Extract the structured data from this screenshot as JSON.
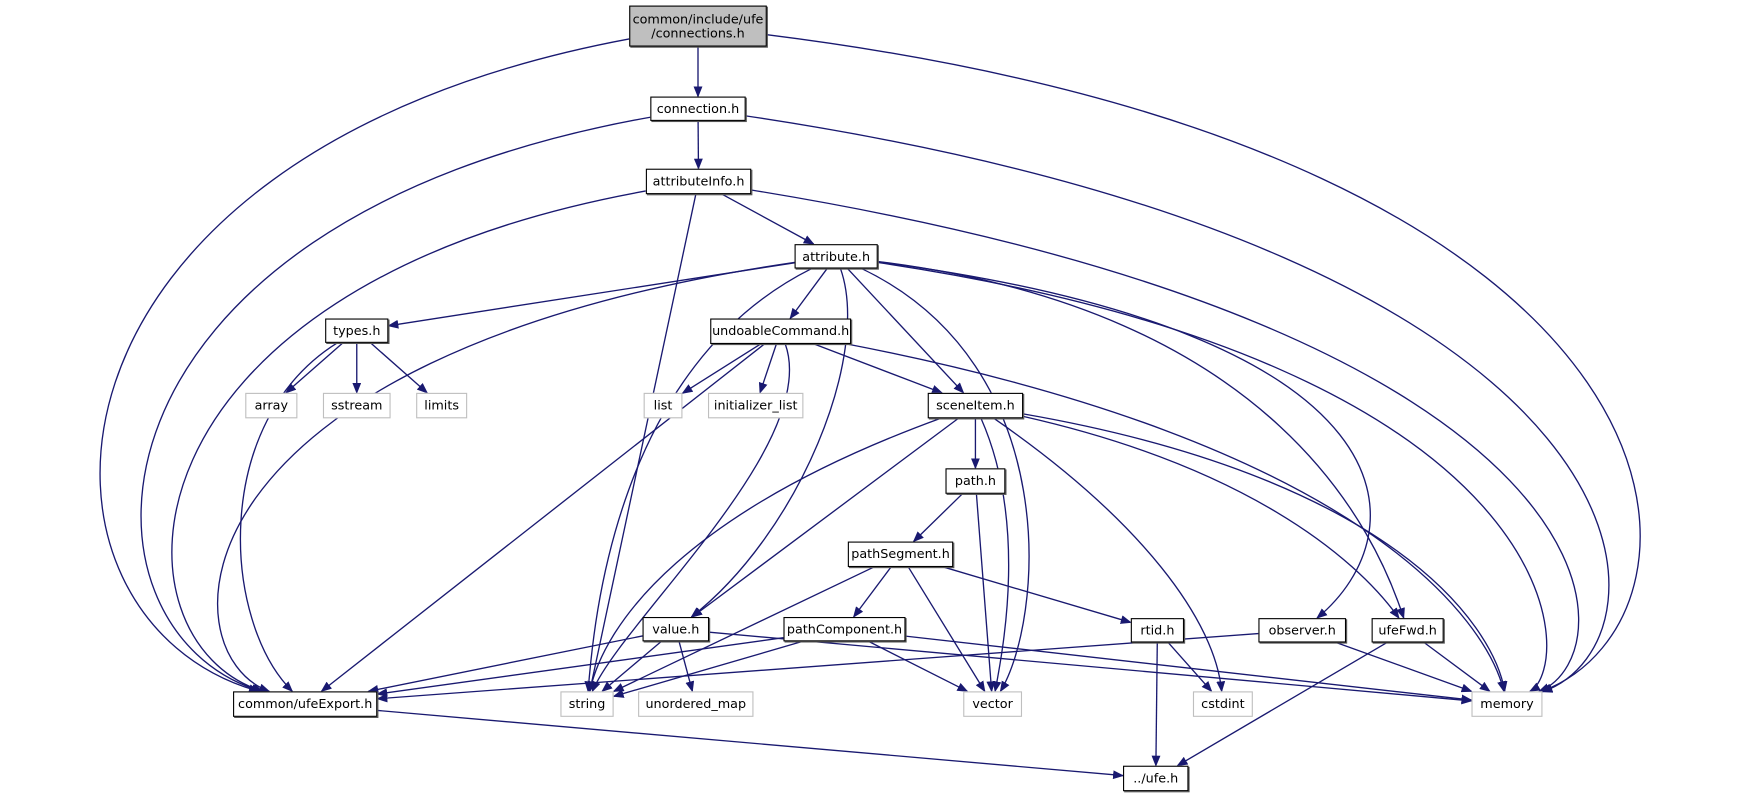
{
  "diagram": {
    "title": "Include dependency graph for common/include/ufe/connections.h",
    "colors": {
      "edge": "#191970",
      "root_fill": "#bfbfbf",
      "system_border": "#bfbfbf",
      "local_border": "#000000"
    },
    "nodes": [
      {
        "id": "connections",
        "label_line1": "common/include/ufe",
        "label_line2": "/connections.h",
        "kind": "root"
      },
      {
        "id": "connection",
        "label": "connection.h",
        "kind": "local"
      },
      {
        "id": "attributeInfo",
        "label": "attributeInfo.h",
        "kind": "local"
      },
      {
        "id": "attribute",
        "label": "attribute.h",
        "kind": "local"
      },
      {
        "id": "types",
        "label": "types.h",
        "kind": "local"
      },
      {
        "id": "undoableCommand",
        "label": "undoableCommand.h",
        "kind": "local"
      },
      {
        "id": "array",
        "label": "array",
        "kind": "system"
      },
      {
        "id": "sstream",
        "label": "sstream",
        "kind": "system"
      },
      {
        "id": "limits",
        "label": "limits",
        "kind": "system"
      },
      {
        "id": "list",
        "label": "list",
        "kind": "system"
      },
      {
        "id": "initializer_list",
        "label": "initializer_list",
        "kind": "system"
      },
      {
        "id": "sceneItem",
        "label": "sceneItem.h",
        "kind": "local"
      },
      {
        "id": "path",
        "label": "path.h",
        "kind": "local"
      },
      {
        "id": "pathSegment",
        "label": "pathSegment.h",
        "kind": "local"
      },
      {
        "id": "value",
        "label": "value.h",
        "kind": "local"
      },
      {
        "id": "pathComponent",
        "label": "pathComponent.h",
        "kind": "local"
      },
      {
        "id": "rtid",
        "label": "rtid.h",
        "kind": "local"
      },
      {
        "id": "observer",
        "label": "observer.h",
        "kind": "local"
      },
      {
        "id": "ufeFwd",
        "label": "ufeFwd.h",
        "kind": "local"
      },
      {
        "id": "ufeExport",
        "label": "common/ufeExport.h",
        "kind": "local"
      },
      {
        "id": "string",
        "label": "string",
        "kind": "system"
      },
      {
        "id": "unordered_map",
        "label": "unordered_map",
        "kind": "system"
      },
      {
        "id": "vector",
        "label": "vector",
        "kind": "system"
      },
      {
        "id": "cstdint",
        "label": "cstdint",
        "kind": "system"
      },
      {
        "id": "memory",
        "label": "memory",
        "kind": "system"
      },
      {
        "id": "ufe",
        "label": "../ufe.h",
        "kind": "local"
      }
    ],
    "edges": [
      [
        "connections",
        "connection"
      ],
      [
        "connections",
        "ufeExport"
      ],
      [
        "connections",
        "memory"
      ],
      [
        "connection",
        "attributeInfo"
      ],
      [
        "connection",
        "ufeExport"
      ],
      [
        "connection",
        "memory"
      ],
      [
        "attributeInfo",
        "attribute"
      ],
      [
        "attributeInfo",
        "ufeExport"
      ],
      [
        "attributeInfo",
        "string"
      ],
      [
        "attributeInfo",
        "memory"
      ],
      [
        "attribute",
        "types"
      ],
      [
        "attribute",
        "undoableCommand"
      ],
      [
        "attribute",
        "sceneItem"
      ],
      [
        "attribute",
        "value"
      ],
      [
        "attribute",
        "observer"
      ],
      [
        "attribute",
        "ufeExport"
      ],
      [
        "attribute",
        "string"
      ],
      [
        "attribute",
        "vector"
      ],
      [
        "attribute",
        "memory"
      ],
      [
        "attribute",
        "ufeFwd"
      ],
      [
        "types",
        "array"
      ],
      [
        "types",
        "sstream"
      ],
      [
        "types",
        "limits"
      ],
      [
        "types",
        "ufeExport"
      ],
      [
        "undoableCommand",
        "list"
      ],
      [
        "undoableCommand",
        "initializer_list"
      ],
      [
        "undoableCommand",
        "sceneItem"
      ],
      [
        "undoableCommand",
        "ufeExport"
      ],
      [
        "undoableCommand",
        "string"
      ],
      [
        "undoableCommand",
        "memory"
      ],
      [
        "sceneItem",
        "path"
      ],
      [
        "sceneItem",
        "value"
      ],
      [
        "sceneItem",
        "string"
      ],
      [
        "sceneItem",
        "vector"
      ],
      [
        "sceneItem",
        "cstdint"
      ],
      [
        "sceneItem",
        "ufeFwd"
      ],
      [
        "sceneItem",
        "memory"
      ],
      [
        "path",
        "pathSegment"
      ],
      [
        "path",
        "vector"
      ],
      [
        "pathSegment",
        "pathComponent"
      ],
      [
        "pathSegment",
        "rtid"
      ],
      [
        "pathSegment",
        "string"
      ],
      [
        "pathSegment",
        "vector"
      ],
      [
        "value",
        "ufeExport"
      ],
      [
        "value",
        "string"
      ],
      [
        "value",
        "unordered_map"
      ],
      [
        "value",
        "memory"
      ],
      [
        "pathComponent",
        "ufeExport"
      ],
      [
        "pathComponent",
        "string"
      ],
      [
        "pathComponent",
        "vector"
      ],
      [
        "pathComponent",
        "memory"
      ],
      [
        "rtid",
        "cstdint"
      ],
      [
        "rtid",
        "ufe"
      ],
      [
        "observer",
        "ufeExport"
      ],
      [
        "observer",
        "memory"
      ],
      [
        "ufeFwd",
        "memory"
      ],
      [
        "ufeFwd",
        "ufe"
      ],
      [
        "ufeExport",
        "ufe"
      ]
    ]
  }
}
